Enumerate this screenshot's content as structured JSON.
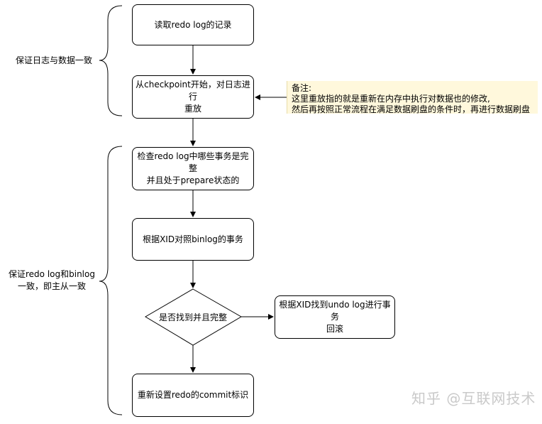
{
  "steps": {
    "read_log": "读取redo log的记录",
    "replay": "从checkpoint开始，对日志进行\n重放",
    "check_prepare": "检查redo log中哪些事务是完整\n并且处于prepare状态的",
    "compare_binlog": "根据XID对照binlog的事务",
    "decision": "是否找到并且完整",
    "rollback": "根据XID找到undo log进行事务\n回滚",
    "set_commit": "重新设置redo的commit标识"
  },
  "groups": {
    "group1": "保证日志与数据一致",
    "group2": "保证redo log和binlog\n一致，即主从一致"
  },
  "note": {
    "title": "备注:",
    "line1": "这里重放指的就是重新在内存中执行对数据也的修改,",
    "line2": "然后再按照正常流程在满足数据刷盘的条件时，再进行数据刷盘"
  },
  "watermark": "知乎 @互联网技术",
  "colors": {
    "note_background": "#fff8dc",
    "stroke": "#000000",
    "watermark": "#c9c9c9"
  }
}
